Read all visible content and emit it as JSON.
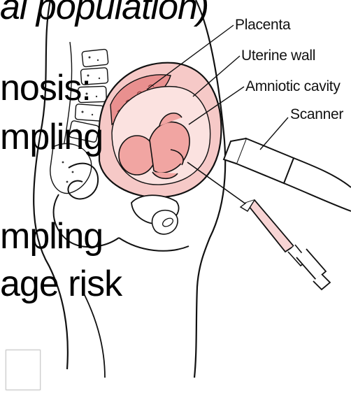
{
  "slide_text": {
    "top": "al population)",
    "line1": "nosis:",
    "line2": "mpling",
    "line3": "mpling",
    "line4": "age risk"
  },
  "labels": {
    "placenta": "Placenta",
    "uterine_wall": "Uterine wall",
    "amniotic_cavity": "Amniotic cavity",
    "scanner": "Scanner"
  },
  "colors": {
    "uterus_fill": "#f6c9c7",
    "placenta_fill": "#e9908f",
    "cavity_fill": "#fbe2e0",
    "fetus_fill": "#f1a5a2",
    "line": "#111111",
    "syringe_fill": "#f8d4d4"
  },
  "icons": {
    "thumbnail": "empty-thumbnail"
  }
}
